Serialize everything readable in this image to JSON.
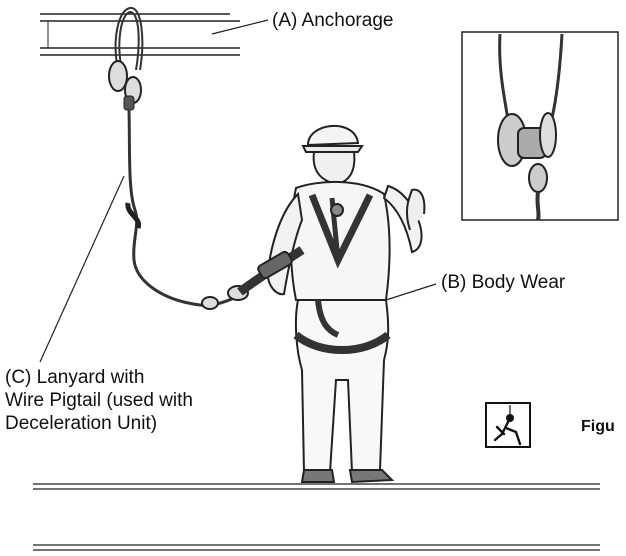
{
  "labels": {
    "anchorage": "(A) Anchorage",
    "body_wear": "(B) Body Wear",
    "lanyard_line1": "(C) Lanyard with",
    "lanyard_line2": "Wire Pigtail (used with",
    "lanyard_line3": "Deceleration Unit)"
  },
  "figure_caption_partial": "Figu",
  "icons": [
    "fall-hazard-icon"
  ]
}
